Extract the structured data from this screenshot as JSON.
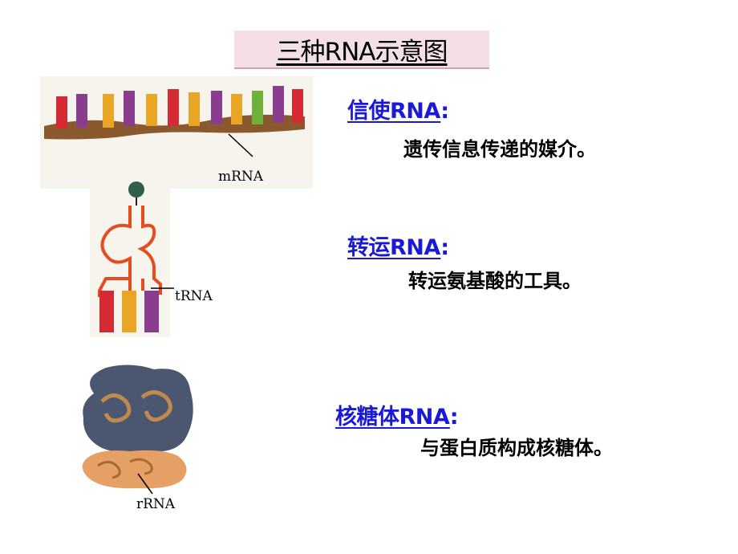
{
  "title": "三种RNA示意图",
  "sections": [
    {
      "name": "信使RNA",
      "colon": ":",
      "desc": "遗传信息传递的媒介。",
      "figure_label": "mRNA"
    },
    {
      "name": "转运RNA",
      "colon": ":",
      "desc": "转运氨基酸的工具。",
      "figure_label": "tRNA"
    },
    {
      "name": "核糖体RNA",
      "colon": ":",
      "desc": "与蛋白质构成核糖体。",
      "figure_label": "rRNA"
    }
  ],
  "colors": {
    "label_blue": "#1a1ad6",
    "title_background": "#f3dfe5",
    "base_red": "#d42a33",
    "base_purple": "#8a3c8f",
    "base_yellow": "#e9a526",
    "base_green": "#6fb03a",
    "backbone_brown": "#8a5a2e"
  }
}
